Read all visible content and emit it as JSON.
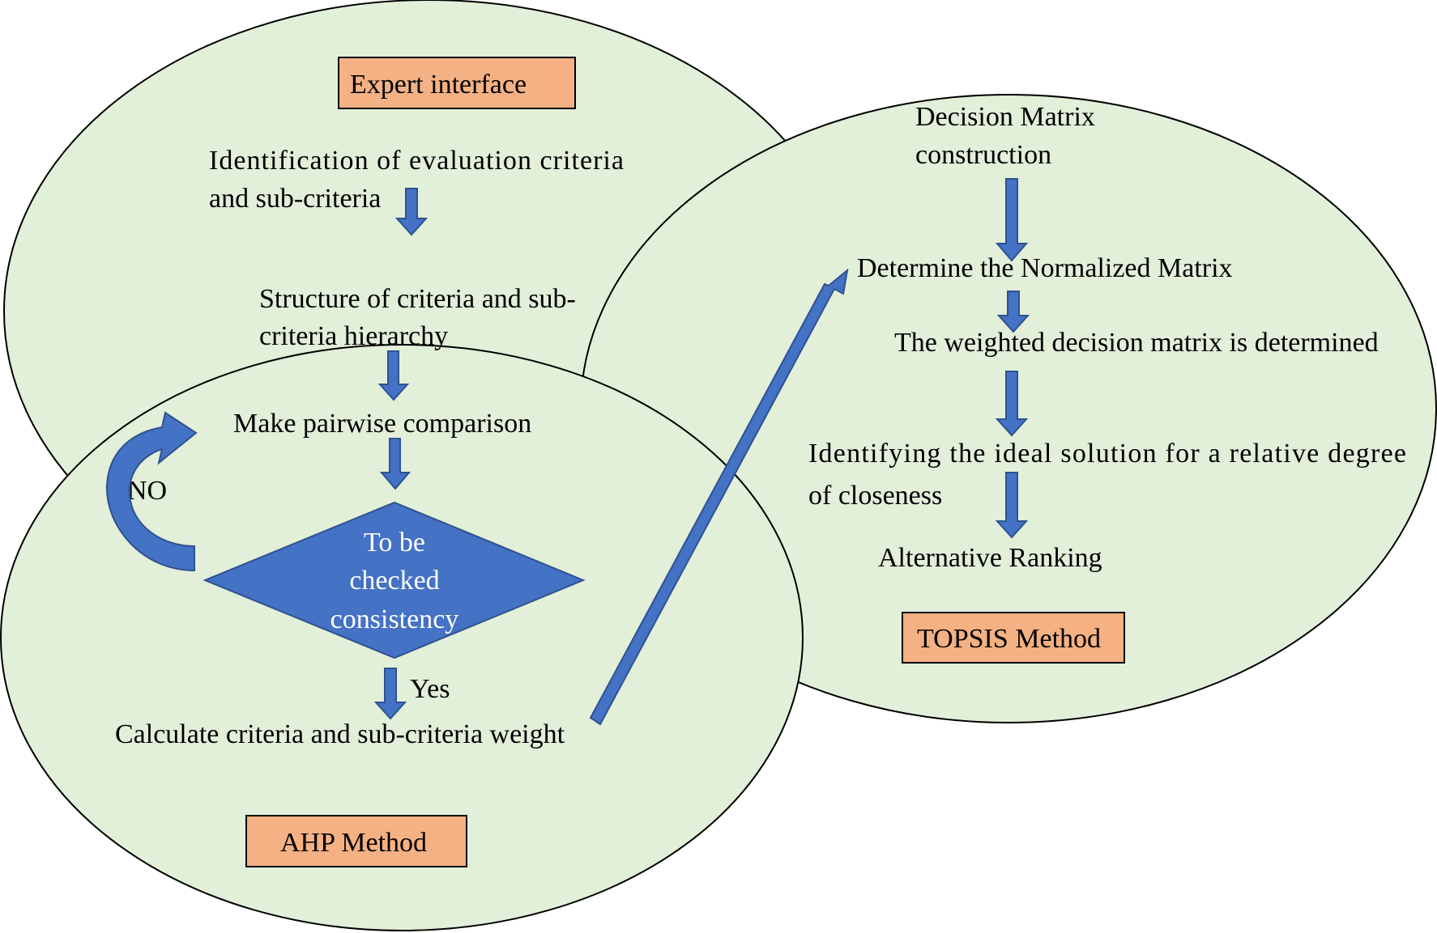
{
  "colors": {
    "ellipse_fill": "#e2efd9",
    "ellipse_stroke": "#000000",
    "label_box_fill": "#f4b183",
    "arrow_fill": "#4472c4",
    "arrow_stroke": "#2f528f",
    "diamond_fill": "#4472c4",
    "curved_arrow_fill": "#4472c4"
  },
  "labels": {
    "expert": "Expert interface",
    "ahp": "AHP Method",
    "topsis": "TOPSIS Method"
  },
  "expert": {
    "step1_line1": "Identification of evaluation criteria",
    "step1_line2": "and sub-criteria"
  },
  "ahp": {
    "step1_line1": "Structure of criteria and sub-",
    "step1_line2": "criteria hierarchy",
    "step2": "Make pairwise comparison",
    "decision_line1": "To be",
    "decision_line2": "checked",
    "decision_line3": "consistency",
    "no_label": "NO",
    "yes_label": "Yes",
    "step3": "Calculate criteria and sub-criteria weight"
  },
  "topsis": {
    "step1_line1": "Decision Matrix",
    "step1_line2": "construction",
    "step2": "Determine the Normalized Matrix",
    "step3": "The weighted decision matrix is determined",
    "step4_line1": "Identifying the ideal solution for a relative degree",
    "step4_line2": "of closeness",
    "step5": "Alternative Ranking"
  }
}
